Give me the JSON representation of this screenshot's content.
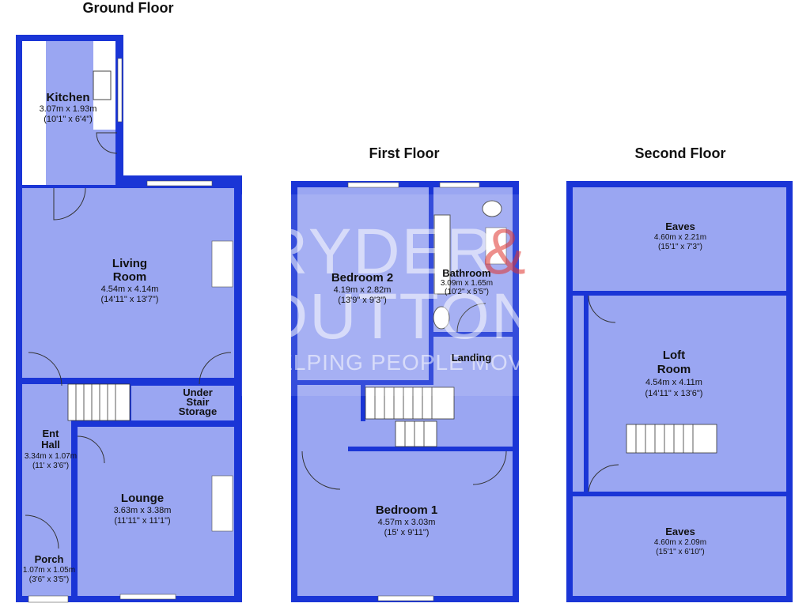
{
  "floors": [
    {
      "title": "Ground Floor"
    },
    {
      "title": "First Floor"
    },
    {
      "title": "Second Floor"
    }
  ],
  "rooms": {
    "kitchen": {
      "name": "Kitchen",
      "metric": "3.07m x 1.93m",
      "imperial": "(10'1\" x 6'4\")"
    },
    "living": {
      "name1": "Living",
      "name2": "Room",
      "metric": "4.54m x 4.14m",
      "imperial": "(14'11\" x 13'7\")"
    },
    "under_stair": {
      "name1": "Under",
      "name2": "Stair",
      "name3": "Storage"
    },
    "ent_hall": {
      "name1": "Ent",
      "name2": "Hall",
      "metric": "3.34m x 1.07m",
      "imperial": "(11' x 3'6\")"
    },
    "lounge": {
      "name": "Lounge",
      "metric": "3.63m x 3.38m",
      "imperial": "(11'11\" x 11'1\")"
    },
    "porch": {
      "name": "Porch",
      "metric": "1.07m x 1.05m",
      "imperial": "(3'6\" x 3'5\")"
    },
    "bedroom2": {
      "name": "Bedroom 2",
      "metric": "4.19m x 2.82m",
      "imperial": "(13'9\" x 9'3\")"
    },
    "bathroom": {
      "name": "Bathroom",
      "metric": "3.09m x 1.65m",
      "imperial": "(10'2\" x 5'5\")"
    },
    "landing": {
      "name": "Landing"
    },
    "bedroom1": {
      "name": "Bedroom 1",
      "metric": "4.57m x 3.03m",
      "imperial": "(15' x 9'11\")"
    },
    "eaves_top": {
      "name": "Eaves",
      "metric": "4.60m x 2.21m",
      "imperial": "(15'1\" x 7'3\")"
    },
    "loft": {
      "name1": "Loft",
      "name2": "Room",
      "metric": "4.54m x 4.11m",
      "imperial": "(14'11\" x 13'6\")"
    },
    "eaves_bottom": {
      "name": "Eaves",
      "metric": "4.60m x 2.09m",
      "imperial": "(15'1\" x 6'10\")"
    }
  },
  "watermark": {
    "line1": "RYDER",
    "amp": "&",
    "line2": "DUTTON",
    "tagline": "HELPING PEOPLE MOVE"
  },
  "colors": {
    "wall": "#1a35d6",
    "room": "#9aa6f2",
    "accent": "#e0342f"
  }
}
